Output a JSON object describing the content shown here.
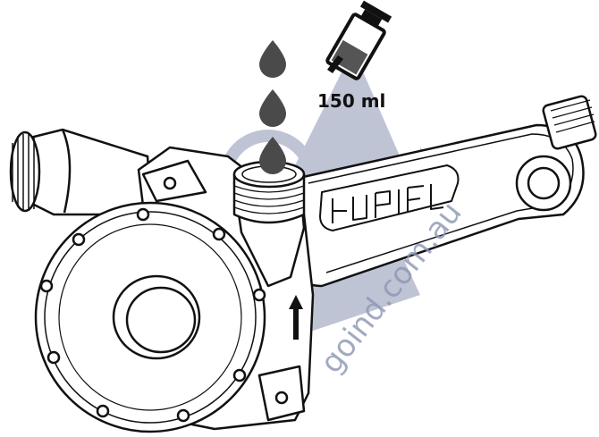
{
  "instruction": {
    "volume_label": "150 ml",
    "drop_count": 3,
    "icons": [
      "oil-bottle-icon",
      "oil-drop-icon",
      "flow-arrow-icon"
    ]
  },
  "watermark": {
    "text": "goind.com.au",
    "logo_color": "#8c95b4",
    "accent_color": "#e9553d"
  },
  "colors": {
    "outline": "#111111",
    "drop": "#4a4a4a",
    "background": "#ffffff"
  }
}
